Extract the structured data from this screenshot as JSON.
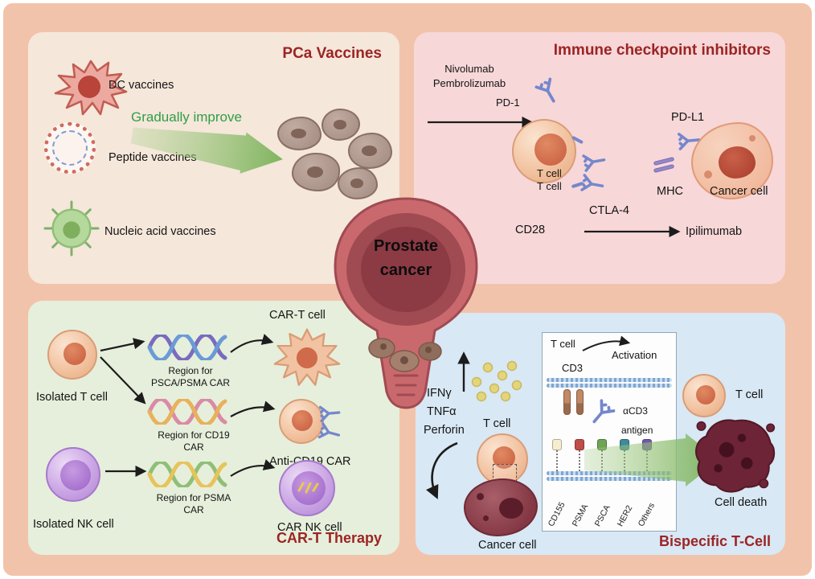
{
  "center": {
    "line1": "Prostate",
    "line2": "cancer"
  },
  "vaccines": {
    "title": "PCa Vaccines",
    "dc": "DC vaccines",
    "improve": "Gradually improve",
    "peptide": "Peptide vaccines",
    "nucleic": "Nucleic acid vaccines"
  },
  "checkpoint": {
    "title": "Immune checkpoint inhibitors",
    "nivolumab": "Nivolumab",
    "pembrolizumab": "Pembrolizumab",
    "pd1": "PD-1",
    "tcell_a": "T cell",
    "tcell_b": "T cell",
    "cd28": "CD28",
    "ctla4": "CTLA-4",
    "ipilimumab": "Ipilimumab",
    "pdl1": "PD-L1",
    "mhc": "MHC",
    "cancer": "Cancer cell"
  },
  "cart": {
    "title": "CAR-T Therapy",
    "cart_cell": "CAR-T cell",
    "isolated_t": "Isolated T cell",
    "region1a": "Region for",
    "region1b": "PSCA/PSMA CAR",
    "region2a": "Region for CD19",
    "region2b": "CAR",
    "anti_cd19": "Anti-CD19 CAR",
    "isolated_nk": "Isolated NK cell",
    "region3a": "Region for PSMA",
    "region3b": "CAR",
    "car_nk": "CAR NK cell"
  },
  "bispecific": {
    "title": "Bispecific T-Cell",
    "box_tcell": "T cell",
    "activation": "Activation",
    "cd3": "CD3",
    "acd3": "αCD3",
    "antigen": "antigen",
    "ifng": "IFNγ",
    "tnfa": "TNFα",
    "perforin": "Perforin",
    "tcell_left": "T cell",
    "cancer": "Cancer cell",
    "antigens": [
      "CD155",
      "PSMA",
      "PSCA",
      "HER2",
      "Others"
    ],
    "tcell_right": "T cell",
    "cell_death": "Cell death"
  }
}
